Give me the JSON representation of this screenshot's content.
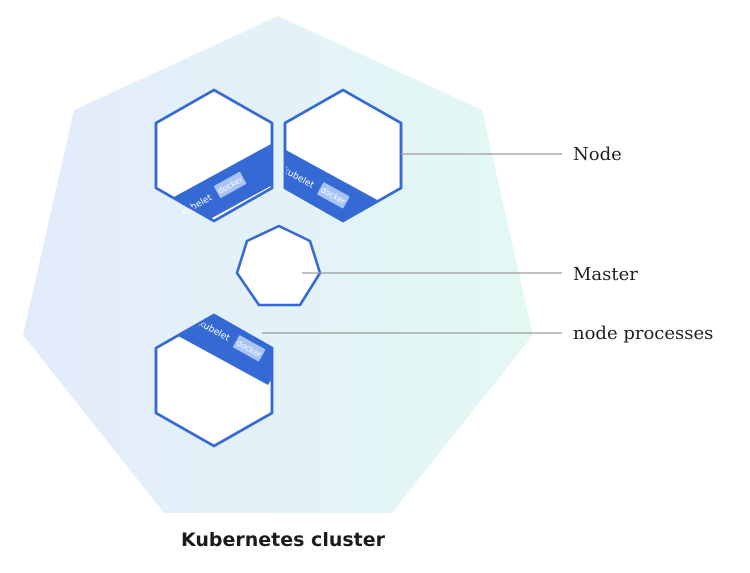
{
  "colors": {
    "node_stroke": "#3569d4",
    "process_band": "#3569d4",
    "process_chip": "#a9c4f2",
    "cluster_fill_left": "#e3ebfb",
    "cluster_fill_right": "#e3f8f3",
    "leader_line": "#9a9a9a"
  },
  "nodes": [
    {
      "band_text": "kubelet",
      "chip_text": "docker"
    },
    {
      "band_text": "kubelet",
      "chip_text": "docker"
    },
    {
      "band_text": "kubelet",
      "chip_text": "docker"
    }
  ],
  "callouts": {
    "node": "Node",
    "master": "Master",
    "node_processes": "node processes"
  },
  "caption": "Kubernetes cluster"
}
